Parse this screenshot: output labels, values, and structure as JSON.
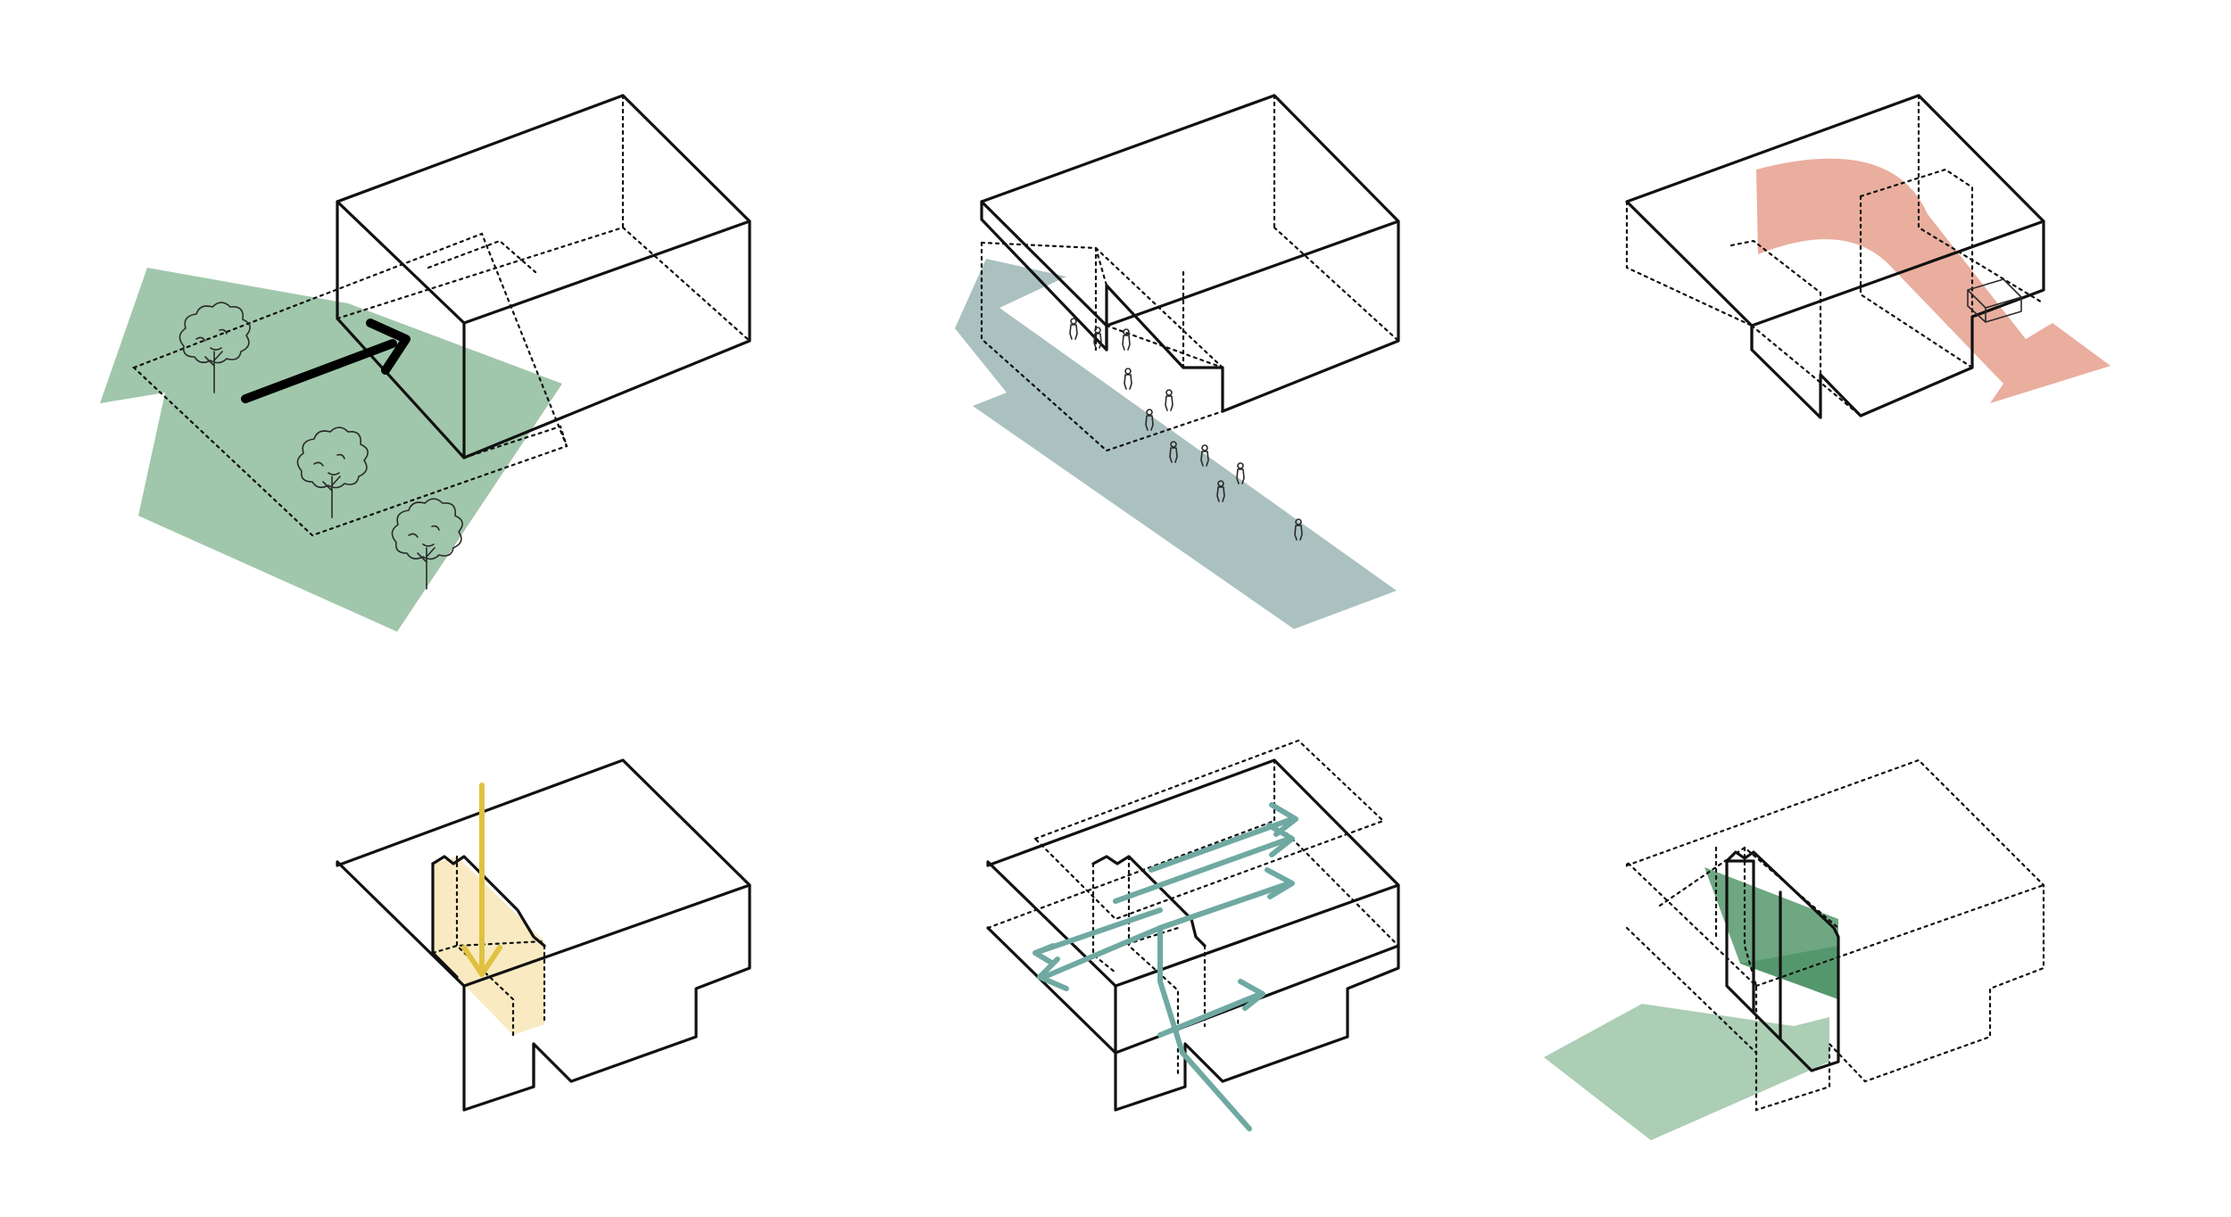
{
  "colors": {
    "background": "#ffffff",
    "line": "#111111",
    "landscape_green": "#8fbd9c",
    "pedestrian_blue": "#8eacab",
    "vehicle_salmon": "#e49a86",
    "daylight_yellow": "#e0c240",
    "daylight_fill": "#f6dfa0",
    "circulation_teal": "#6fa9a2",
    "courtyard_green": "#3f8a5a",
    "black_arrow": "#000000"
  },
  "panels": [
    {
      "id": "landscape",
      "icons": [
        "tree-icon",
        "tree-icon",
        "tree-icon",
        "entry-arrow-icon"
      ]
    },
    {
      "id": "pedestrian",
      "icons": [
        "person-icon"
      ]
    },
    {
      "id": "vehicle",
      "icons": [
        "car-icon",
        "curved-arrow-icon"
      ]
    },
    {
      "id": "daylight",
      "icons": [
        "down-arrow-icon"
      ]
    },
    {
      "id": "circulation",
      "icons": [
        "arrow-icon"
      ]
    },
    {
      "id": "courtyard",
      "icons": [
        "courtyard-icon"
      ]
    }
  ]
}
